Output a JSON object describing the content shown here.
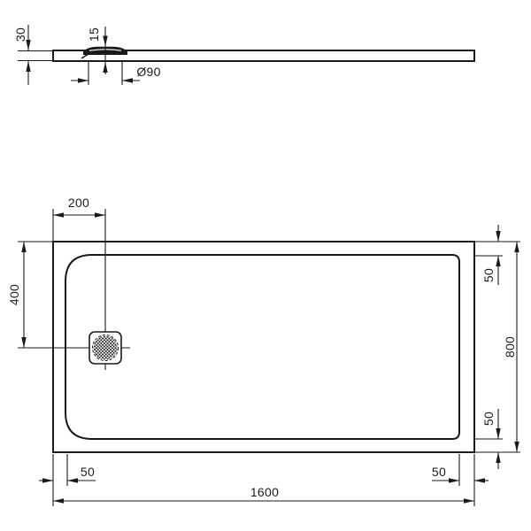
{
  "drawing": {
    "background": "#ffffff",
    "line_color": "#1a1a1a"
  },
  "side_view": {
    "tray_height": "30",
    "waste_recess_depth": "15",
    "waste_diameter": "Ø90"
  },
  "plan_view": {
    "drain_from_left_edge": "200",
    "drain_from_top_edge": "400",
    "inner_rim_top": "50",
    "overall_width": "800",
    "inner_rim_bottom": "50",
    "inner_rim_left": "50",
    "inner_rim_right": "50",
    "overall_length": "1600"
  }
}
